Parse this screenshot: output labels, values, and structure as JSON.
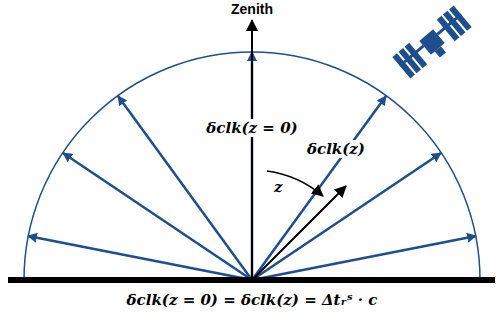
{
  "diagram": {
    "labels": [
      "Zenith",
      "δclk(z = 0)",
      "z",
      "δclk(z)",
      "δclk(z = 0) = δclk(z) = Δtᵣˢ · c"
    ]
  }
}
